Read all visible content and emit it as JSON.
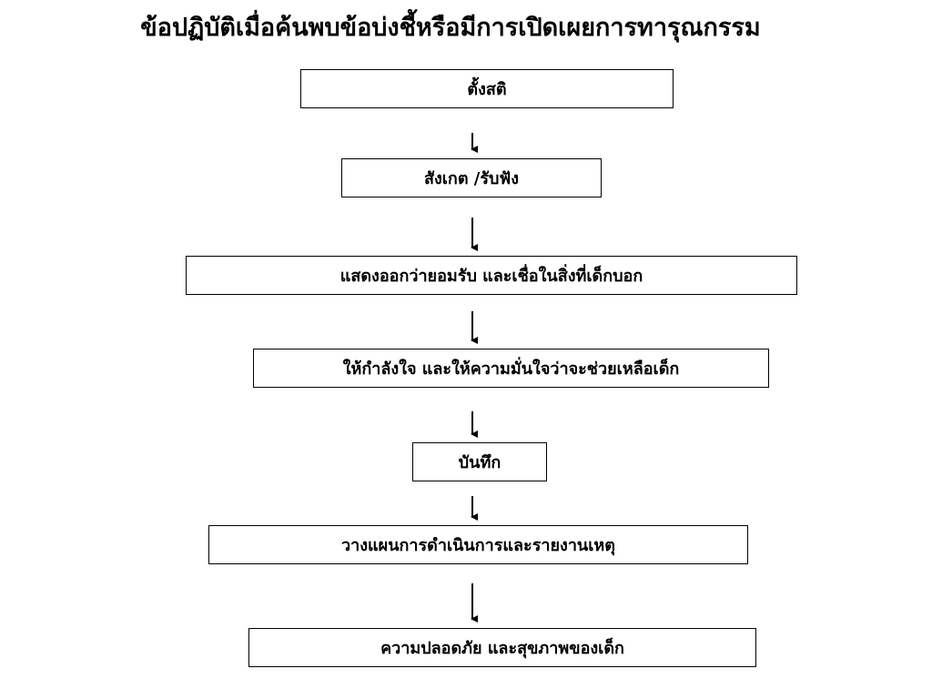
{
  "title": "ข้อปฏิบัติเมื่อค้นพบข้อบ่งชี้หรือมีการเปิดเผยการทารุณกรรม",
  "steps": [
    {
      "label": "ตั้งสติ"
    },
    {
      "label": "สังเกต /รับฟัง"
    },
    {
      "label": "แสดงออกว่ายอมรับ  และเชื่อในสิ่งที่เด็กบอก"
    },
    {
      "label": "ให้กำลังใจ และให้ความมั่นใจว่าจะช่วยเหลือเด็ก"
    },
    {
      "label": "บันทึก"
    },
    {
      "label": "วางแผนการดำเนินการและรายงานเหตุ"
    },
    {
      "label": "ความปลอดภัย และสุขภาพของเด็ก"
    }
  ],
  "colors": {
    "line": "#000000",
    "background": "#ffffff"
  }
}
